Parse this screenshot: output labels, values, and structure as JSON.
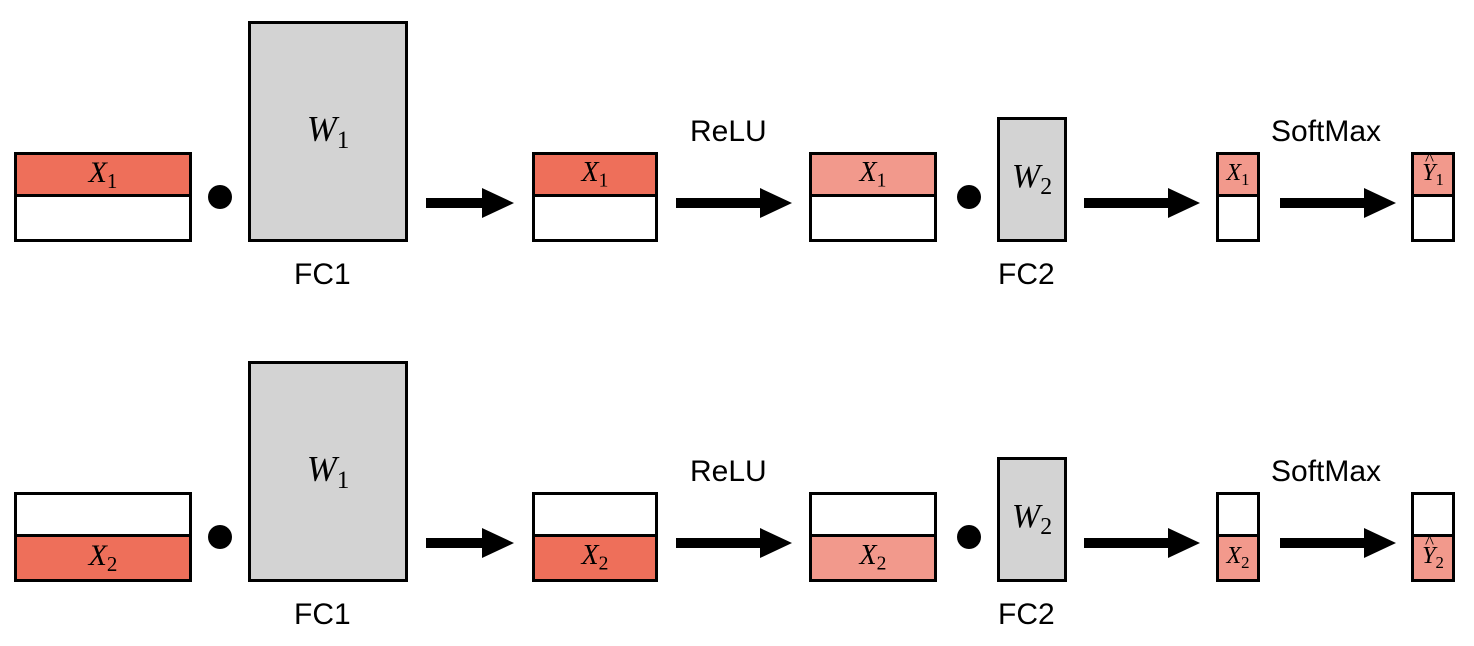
{
  "colors": {
    "input_highlight": "#ee6f5a",
    "output_highlight": "#f2998c",
    "weight_fill": "#d3d3d3",
    "stroke": "#000000"
  },
  "rows": [
    {
      "input": {
        "symbol": "X",
        "subscript": "1"
      },
      "w1": {
        "symbol": "W",
        "subscript": "1"
      },
      "fc1_label": "FC1",
      "relu_label": "ReLU",
      "w2": {
        "symbol": "W",
        "subscript": "2"
      },
      "fc2_label": "FC2",
      "softmax_label": "SoftMax",
      "output": {
        "symbol": "Y",
        "subscript": "1"
      }
    },
    {
      "input": {
        "symbol": "X",
        "subscript": "2"
      },
      "w1": {
        "symbol": "W",
        "subscript": "1"
      },
      "fc1_label": "FC1",
      "relu_label": "ReLU",
      "w2": {
        "symbol": "W",
        "subscript": "2"
      },
      "fc2_label": "FC2",
      "softmax_label": "SoftMax",
      "output": {
        "symbol": "Y",
        "subscript": "2"
      }
    }
  ]
}
